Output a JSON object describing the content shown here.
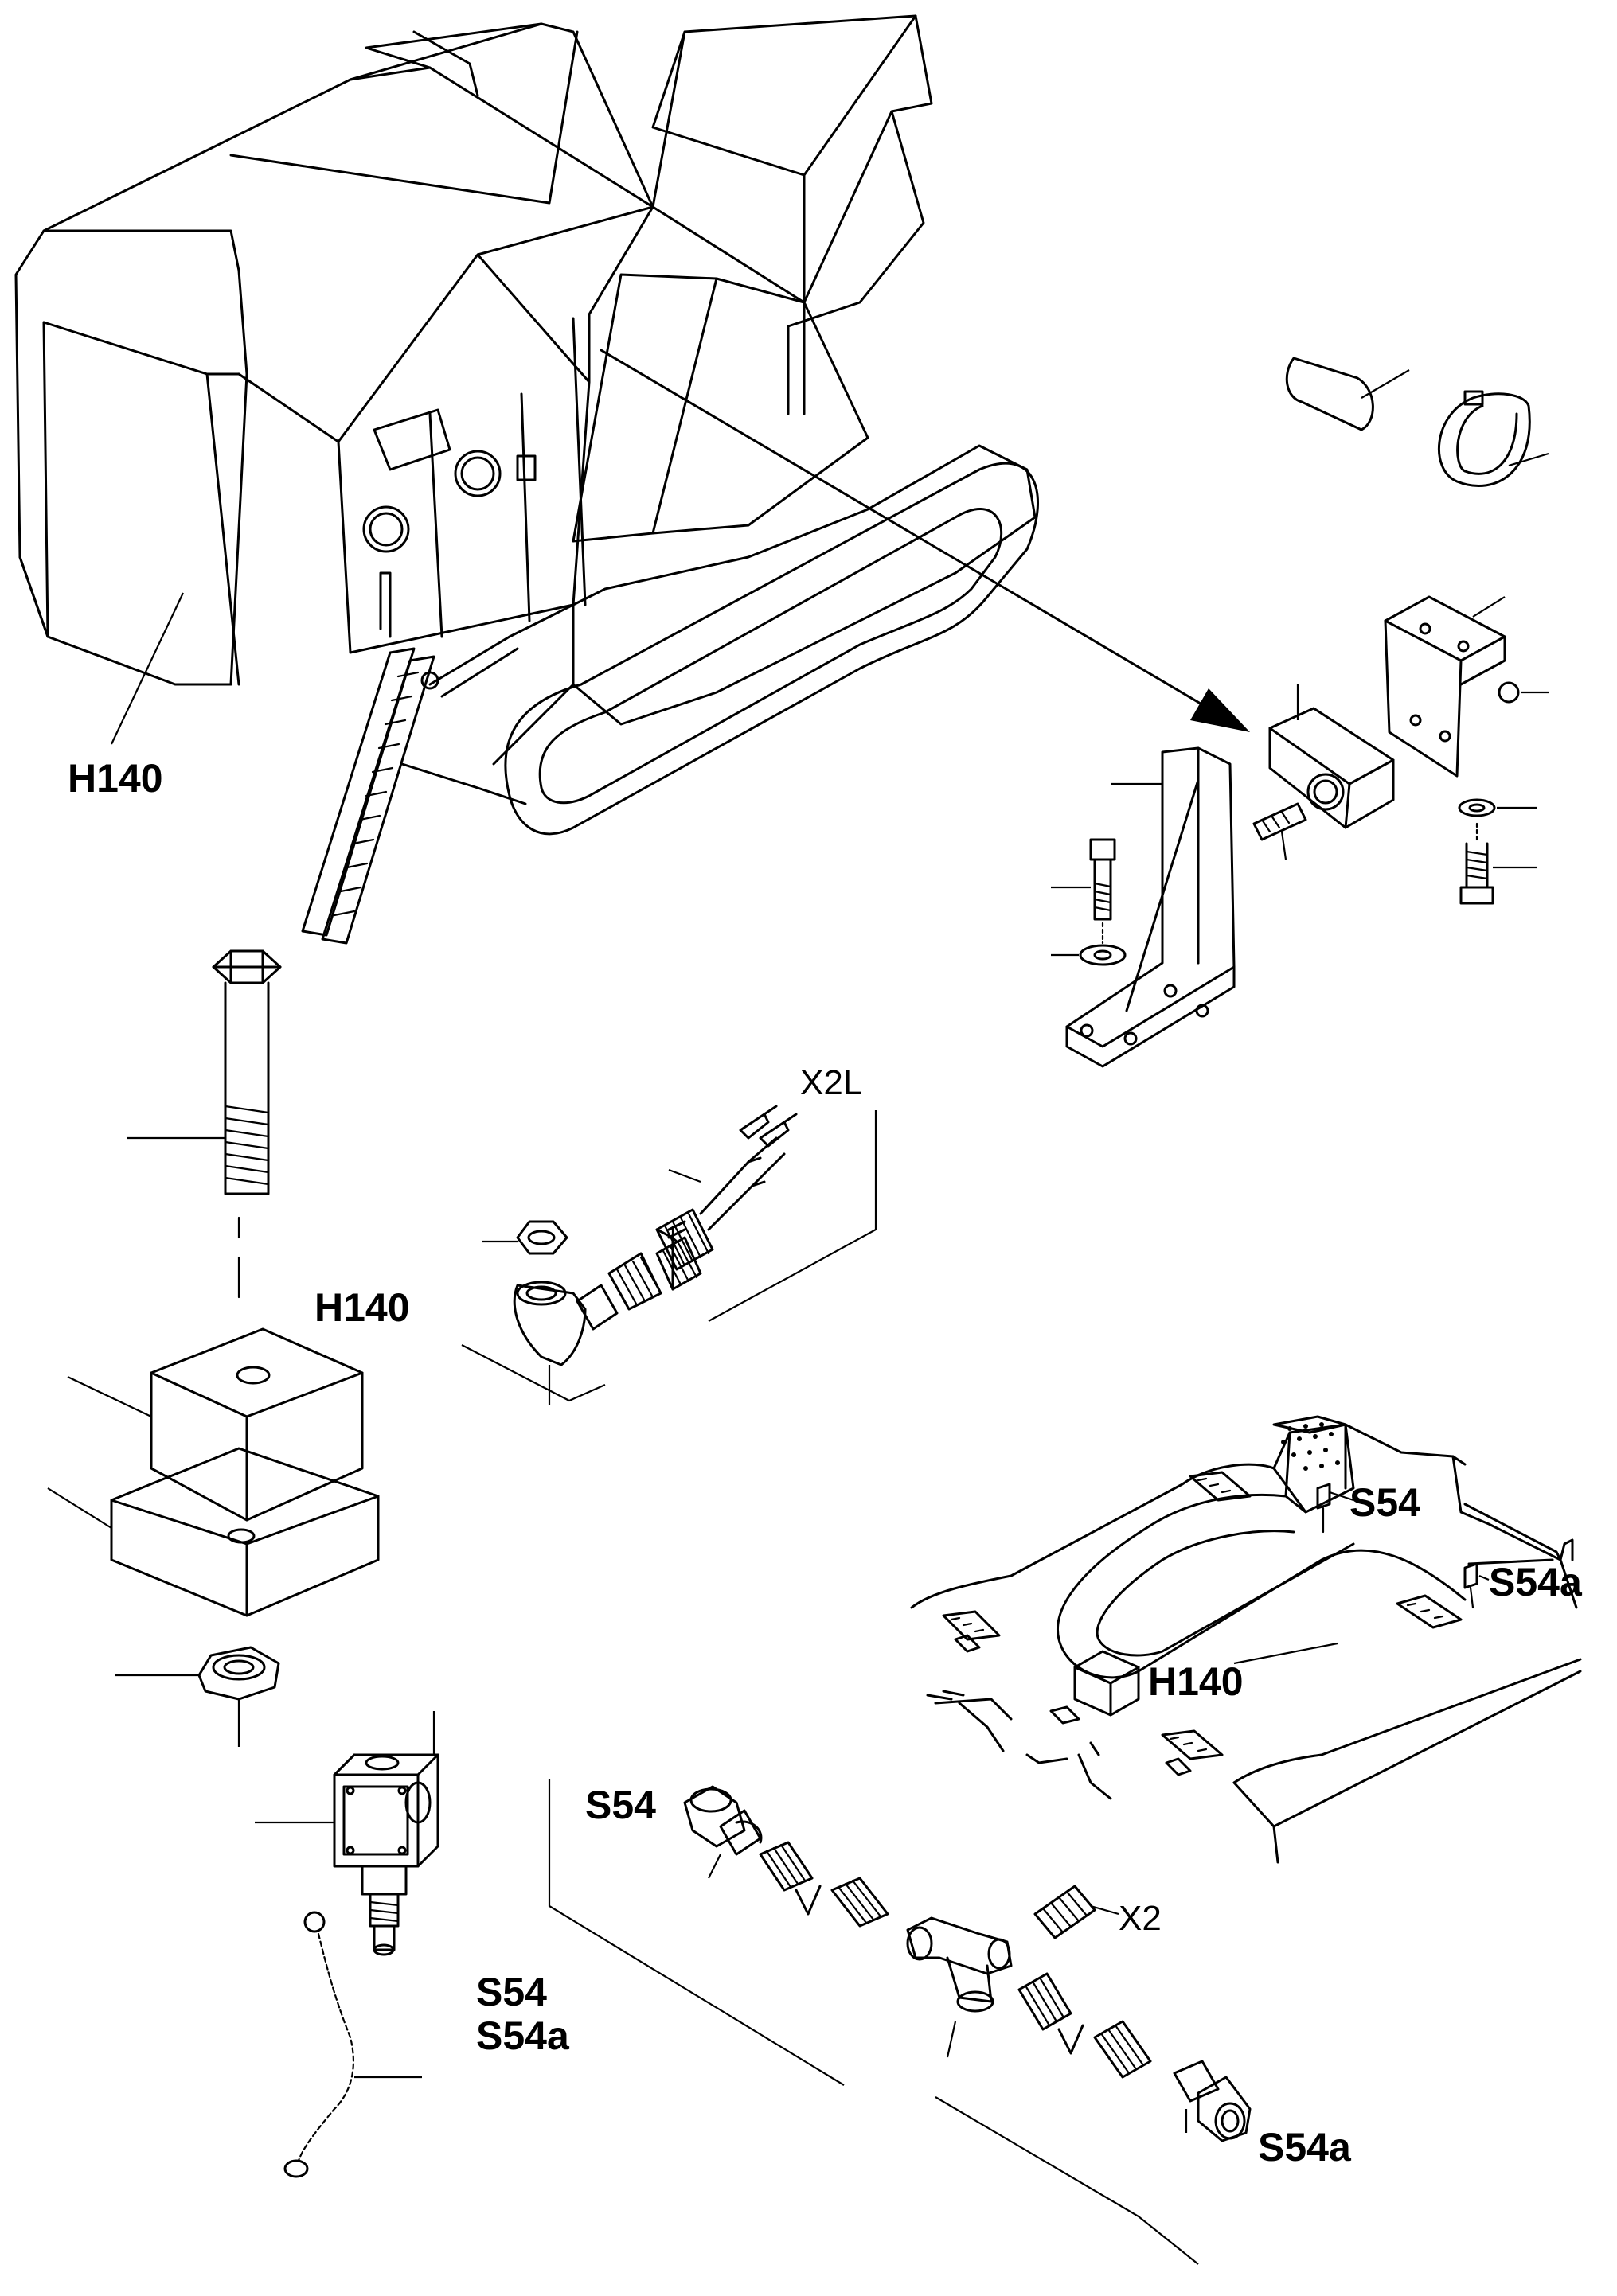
{
  "labels": {
    "h140_machine": "H140",
    "h140_detail": "H140",
    "h140_frame": "H140",
    "x2l": "X2L",
    "x2": "X2",
    "s54_frame": "S54",
    "s54a_frame": "S54a",
    "s54_harness": "S54",
    "s54a_harness": "S54a",
    "s54_switch": "S54",
    "s54a_switch": "S54a"
  },
  "colors": {
    "line": "#000000",
    "background": "#ffffff"
  }
}
